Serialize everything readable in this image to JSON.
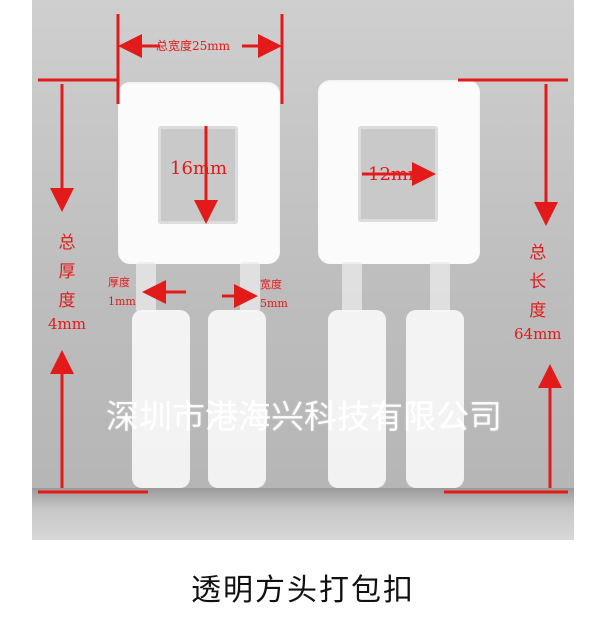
{
  "annotations": {
    "total_width": "总宽度25mm",
    "inner_height": "16mm",
    "inner_width": "12mm",
    "thickness_top": "厚度",
    "thickness_value": "1mm",
    "strap_width_top": "宽度",
    "strap_width_value": "5mm",
    "total_thickness_chars": [
      "总",
      "厚",
      "度",
      "4mm"
    ],
    "total_length_chars": [
      "总",
      "长",
      "度",
      "64mm"
    ]
  },
  "watermark": "深圳市港海兴科技有限公司",
  "caption": "透明方头打包扣",
  "colors": {
    "annotation": "#e21a1a",
    "background": "#c4c4c4",
    "buckle": "#ffffff"
  }
}
